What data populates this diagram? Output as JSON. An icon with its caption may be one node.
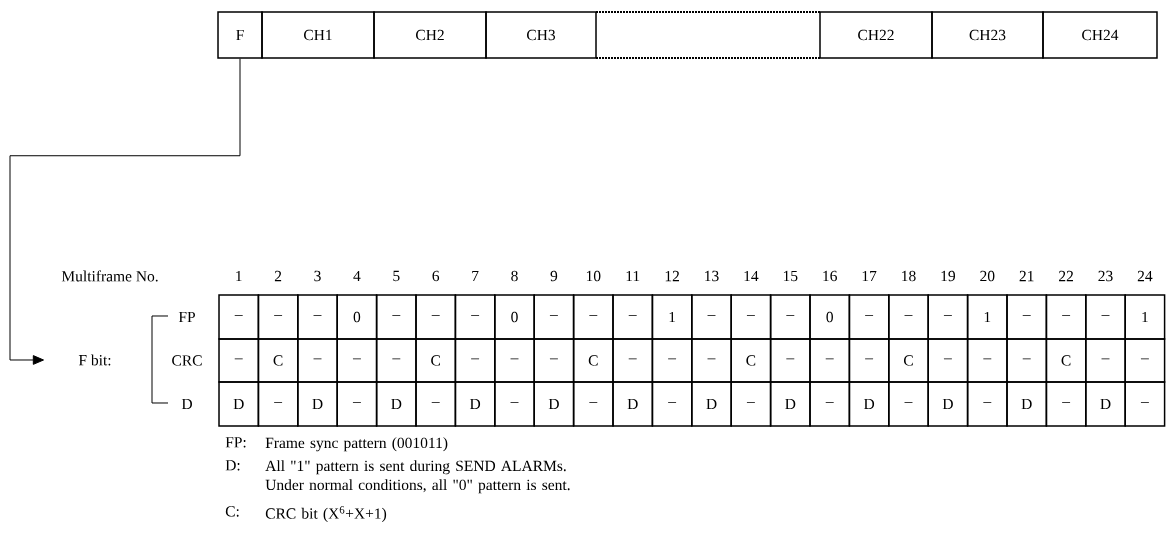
{
  "diagram": {
    "nodes": [
      {
        "text": [
          "F"
        ]
      },
      {
        "text": [
          "CH1"
        ]
      },
      {
        "text": [
          "CH2"
        ]
      },
      {
        "text": [
          "CH3"
        ]
      },
      {
        "text": [],
        "shape": "box"
      },
      {
        "text": [
          "CH22"
        ]
      },
      {
        "text": [
          "CH23"
        ]
      },
      {
        "text": [
          "CH24"
        ]
      },
      {
        "text": [
          "F bit:"
        ]
      }
    ],
    "edges": [
      {
        "from": 0,
        "to": 8,
        "arrow": "to"
      }
    ],
    "labels": [
      "Multiframe No.",
      "1",
      "2",
      "3",
      "4",
      "5",
      "6",
      "7",
      "8",
      "9",
      "10",
      "11",
      "12",
      "13",
      "14",
      "15",
      "16",
      "17",
      "18",
      "19",
      "20",
      "21",
      "22",
      "23",
      "24",
      "FP",
      "–",
      "–",
      "–",
      "0",
      "–",
      "–",
      "–",
      "0",
      "–",
      "–",
      "–",
      "1",
      "–",
      "–",
      "–",
      "0",
      "–",
      "–",
      "–",
      "1",
      "–",
      "–",
      "–",
      "1",
      "CRC",
      "–",
      "C",
      "–",
      "–",
      "–",
      "C",
      "–",
      "–",
      "–",
      "C",
      "–",
      "–",
      "–",
      "C",
      "–",
      "–",
      "–",
      "C",
      "–",
      "–",
      "–",
      "C",
      "–",
      "–",
      "D",
      "D",
      "–",
      "D",
      "–",
      "D",
      "–",
      "D",
      "–",
      "D",
      "–",
      "D",
      "–",
      "D",
      "–",
      "D",
      "–",
      "D",
      "–",
      "D",
      "–",
      "D",
      "–",
      "D",
      "–",
      "FP:",
      "Frame sync pattern (001011)",
      "D:",
      "All \"1\" pattern is sent during SEND ALARMs. Under normal conditions, all \"0\" pattern is sent.",
      "C:",
      "CRC bit (X$^{6}$+X+1)"
    ]
  }
}
